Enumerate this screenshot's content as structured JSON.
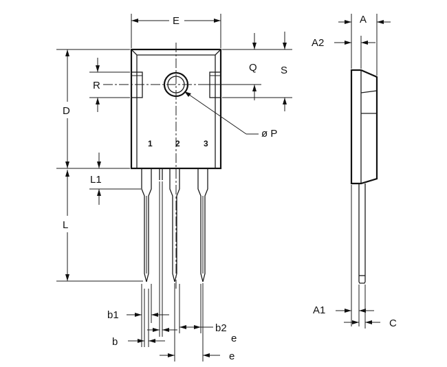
{
  "dimensions": {
    "E": "E",
    "A": "A",
    "A2": "A2",
    "Q": "Q",
    "S": "S",
    "R": "R",
    "D": "D",
    "P": "ø P",
    "L1": "L1",
    "L": "L",
    "b1": "b1",
    "b": "b",
    "b2": "b2",
    "e_upper": "e",
    "e": "e",
    "A1": "A1",
    "C": "C"
  },
  "pins": [
    "1",
    "2",
    "3"
  ],
  "colors": {
    "ink": "#111111",
    "background": "#ffffff"
  }
}
